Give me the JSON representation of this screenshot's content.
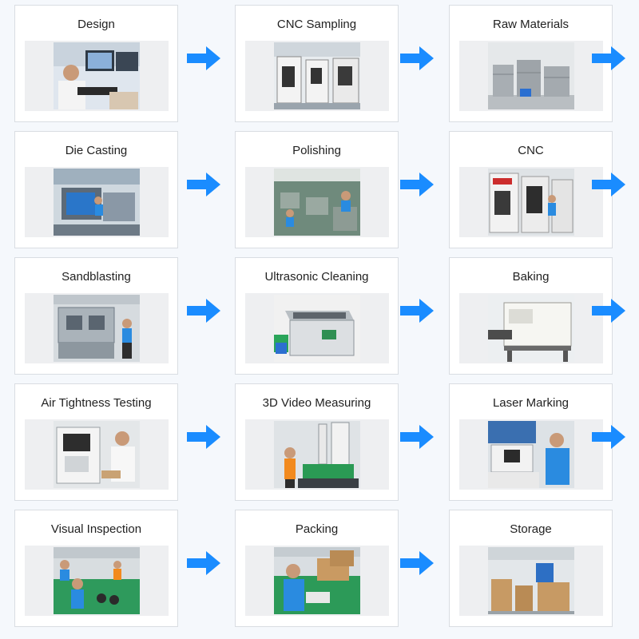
{
  "colors": {
    "arrow": "#1a8cff",
    "card_border": "#d9dde2",
    "background": "#f5f8fc"
  },
  "steps": [
    {
      "label": "Design",
      "icon": "design-photo"
    },
    {
      "label": "CNC Sampling",
      "icon": "cnc-sampling-photo"
    },
    {
      "label": "Raw Materials",
      "icon": "raw-materials-photo"
    },
    {
      "label": "Die Casting",
      "icon": "die-casting-photo"
    },
    {
      "label": "Polishing",
      "icon": "polishing-photo"
    },
    {
      "label": "CNC",
      "icon": "cnc-photo"
    },
    {
      "label": "Sandblasting",
      "icon": "sandblasting-photo"
    },
    {
      "label": "Ultrasonic Cleaning",
      "icon": "ultrasonic-cleaning-photo"
    },
    {
      "label": "Baking",
      "icon": "baking-photo"
    },
    {
      "label": "Air Tightness Testing",
      "icon": "air-tightness-photo"
    },
    {
      "label": "3D Video Measuring",
      "icon": "3d-measuring-photo"
    },
    {
      "label": "Laser Marking",
      "icon": "laser-marking-photo"
    },
    {
      "label": "Visual Inspection",
      "icon": "visual-inspection-photo"
    },
    {
      "label": "Packing",
      "icon": "packing-photo"
    },
    {
      "label": "Storage",
      "icon": "storage-photo"
    }
  ]
}
